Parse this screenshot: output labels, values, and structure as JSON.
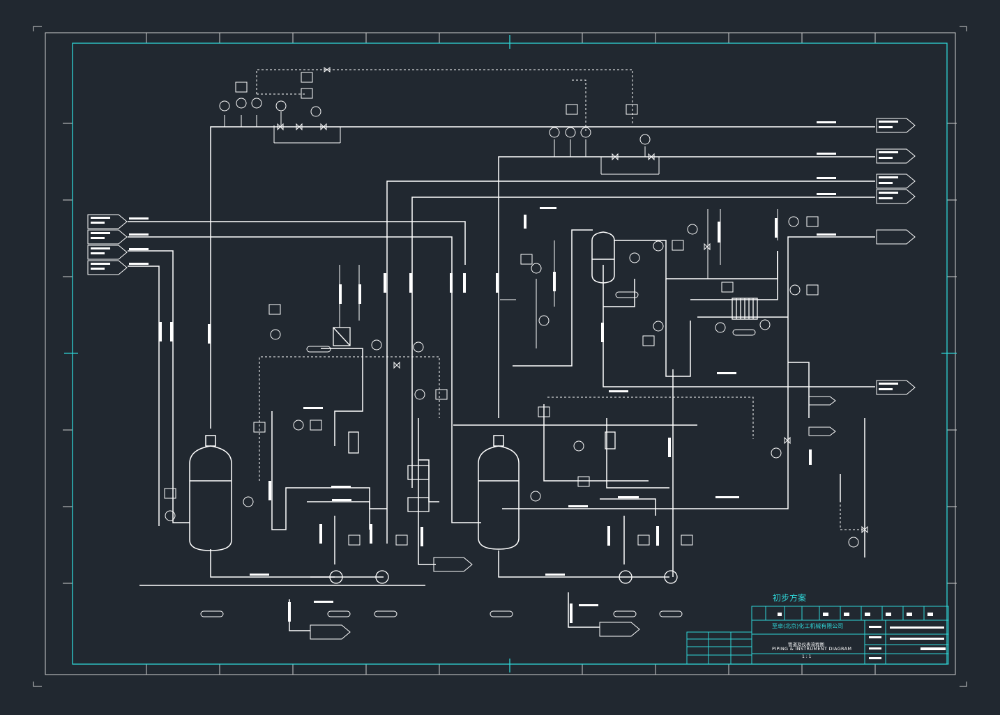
{
  "title_block": {
    "stage": "初步方案",
    "company": "至卓(北京)化工机械有限公司",
    "drawing_name_cn": "管道及仪表流程图",
    "drawing_name_en": "PIPING & INSTRUMENT DIAGRAM",
    "scale": "1 : 1"
  },
  "colors": {
    "background": "#212830",
    "frame": "#2fd6d8",
    "lines": "#ffffff",
    "outer_border": "#d0d0d0"
  }
}
